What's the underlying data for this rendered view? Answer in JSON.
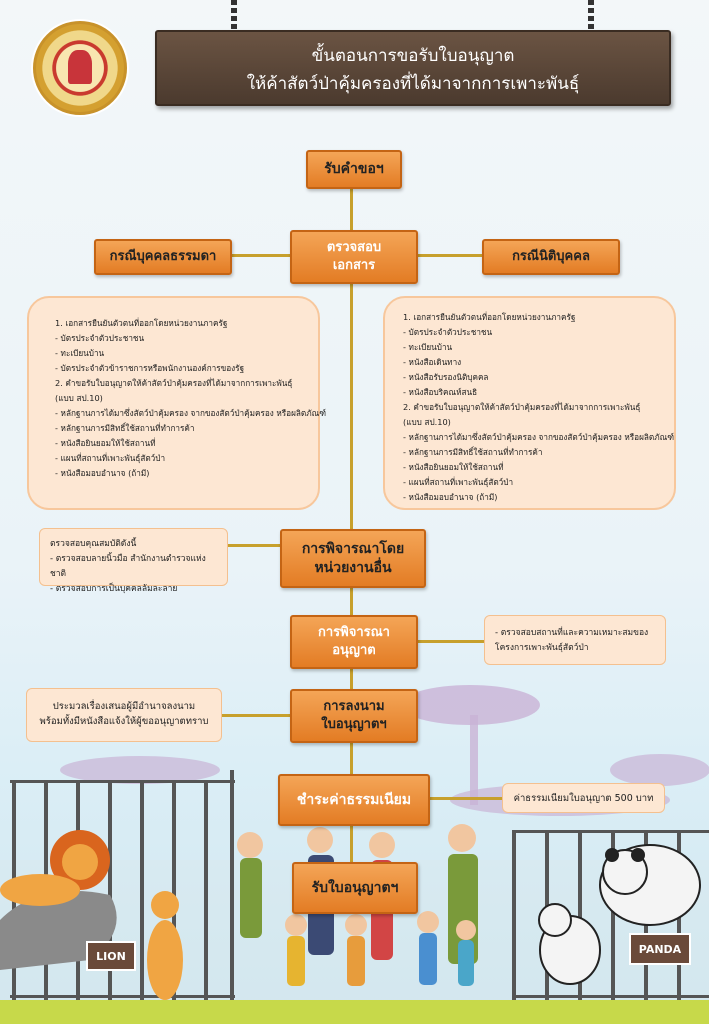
{
  "header": {
    "title_line1": "ขั้นตอนการขอรับใบอนุญาต",
    "title_line2": "ให้ค้าสัตว์ป่าคุ้มครองที่ได้มาจากการเพาะพันธุ์"
  },
  "flow": {
    "receive": "รับคำขอฯ",
    "check_line1": "ตรวจสอบ",
    "check_line2": "เอกสาร",
    "individual": "กรณีบุคคลธรรมดา",
    "juristic": "กรณีนิติบุคคล",
    "other_agency_line1": "การพิจารณาโดย",
    "other_agency_line2": "หน่วยงานอื่น",
    "consider_line1": "การพิจารณา",
    "consider_line2": "อนุญาต",
    "sign_line1": "การลงนาม",
    "sign_line2": "ใบอนุญาตฯ",
    "pay": "ชำระค่าธรรมเนียม",
    "get_license": "รับใบอนุญาตฯ"
  },
  "individual_docs": [
    "1. เอกสารยืนยันตัวตนที่ออกโดยหน่วยงานภาครัฐ",
    "- บัตรประจำตัวประชาชน",
    "- ทะเบียนบ้าน",
    "- บัตรประจำตัวข้าราชการหรือพนักงานองค์การของรัฐ",
    "2. คำขอรับใบอนุญาตให้ค้าสัตว์ป่าคุ้มครองที่ได้มาจากการเพาะพันธุ์",
    "(แบบ สป.10)",
    "- หลักฐานการได้มาซึ่งสัตว์ป่าคุ้มครอง จากของสัตว์ป่าคุ้มครอง หรือผลิตภัณฑ์",
    "- หลักฐานการมีสิทธิ์ใช้สถานที่ทำการค้า",
    "- หนังสือยินยอมให้ใช้สถานที่",
    "- แผนที่สถานที่เพาะพันธุ์สัตว์ป่า",
    "- หนังสือมอบอำนาจ (ถ้ามี)"
  ],
  "juristic_docs": [
    "1. เอกสารยืนยันตัวตนที่ออกโดยหน่วยงานภาครัฐ",
    "- บัตรประจำตัวประชาชน",
    "- ทะเบียนบ้าน",
    "- หนังสือเดินทาง",
    "- หนังสือรับรองนิติบุคคล",
    "- หนังสือบริคณห์สนธิ",
    "2. คำขอรับใบอนุญาตให้ค้าสัตว์ป่าคุ้มครองที่ได้มาจากการเพาะพันธุ์",
    "(แบบ สป.10)",
    "- หลักฐานการได้มาซึ่งสัตว์ป่าคุ้มครอง จากของสัตว์ป่าคุ้มครอง หรือผลิตภัณฑ์",
    "- หลักฐานการมีสิทธิ์ใช้สถานที่ทำการค้า",
    "- หนังสือยินยอมให้ใช้สถานที่",
    "- แผนที่สถานที่เพาะพันธุ์สัตว์ป่า",
    "- หนังสือมอบอำนาจ (ถ้ามี)"
  ],
  "other_agency_note": [
    "ตรวจสอบคุณสมบัติดังนี้",
    "- ตรวจสอบลายนิ้วมือ สำนักงานตำรวจแห่งชาติ",
    "- ตรวจสอบการเป็นบุคคลล้มละลาย"
  ],
  "consider_note": [
    "- ตรวจสอบสถานที่และความเหมาะสมของ",
    "โครงการเพาะพันธุ์สัตว์ป่า"
  ],
  "sign_note": [
    "ประมวลเรื่องเสนอผู้มีอำนาจลงนาม",
    "พร้อมทั้งมีหนังสือแจ้งให้ผู้ขออนุญาตทราบ"
  ],
  "fee_note": "ค่าธรรมเนียมใบอนุญาต 500 บาท",
  "signs": {
    "lion": "LION",
    "panda": "PANDA"
  },
  "colors": {
    "box_orange": "#ee8f37",
    "note_bg": "#fde7d3",
    "connector": "#c7a02c",
    "sign_wood": "#5a4637"
  }
}
